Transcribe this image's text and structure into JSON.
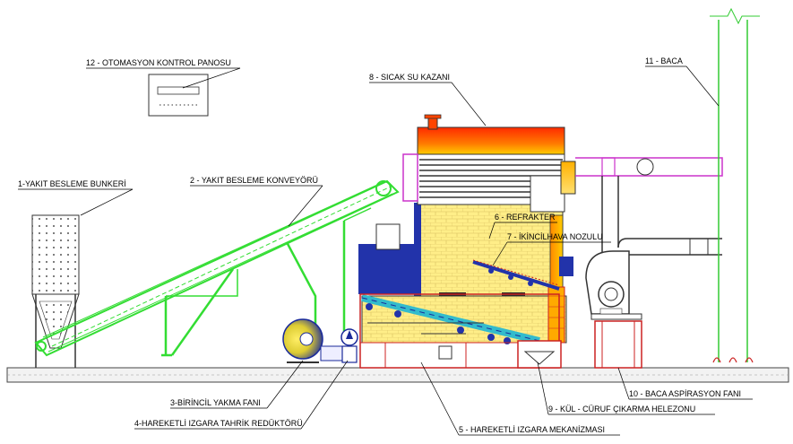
{
  "labels": {
    "l1": "1-YAKIT BESLEME BUNKERİ",
    "l2": "2 - YAKIT BESLEME KONVEYÖRÜ",
    "l3": "3-BİRİNCİL YAKMA FANI",
    "l4": "4-HAREKETLİ IZGARA TAHRİK REDÜKTÖRÜ",
    "l5": "5 - HAREKETLİ IZGARA MEKANİZMASI",
    "l6": "6 - REFRAKTER",
    "l7": "7 - İKİNCİLHAVA NOZULU",
    "l8": "8 - SICAK SU KAZANI",
    "l9": "9 - KÜL - CÜRUF ÇIKARMA HELEZONU",
    "l10": "10 - BACA ASPİRASYON FANI",
    "l11": "11 - BACA",
    "l12": "12 - OTOMASYON KONTROL PANOSU"
  },
  "colors": {
    "conveyor": "#33dd33",
    "chimney": "#33cc33",
    "boiler_hot": "#ff3300",
    "boiler_warm": "#ffaa00",
    "refractory": "#ffee88",
    "magenta": "#cc33cc",
    "blue": "#2233aa",
    "red_frame": "#cc2222",
    "cyan_grate": "#33bbcc",
    "leader": "#000000"
  }
}
